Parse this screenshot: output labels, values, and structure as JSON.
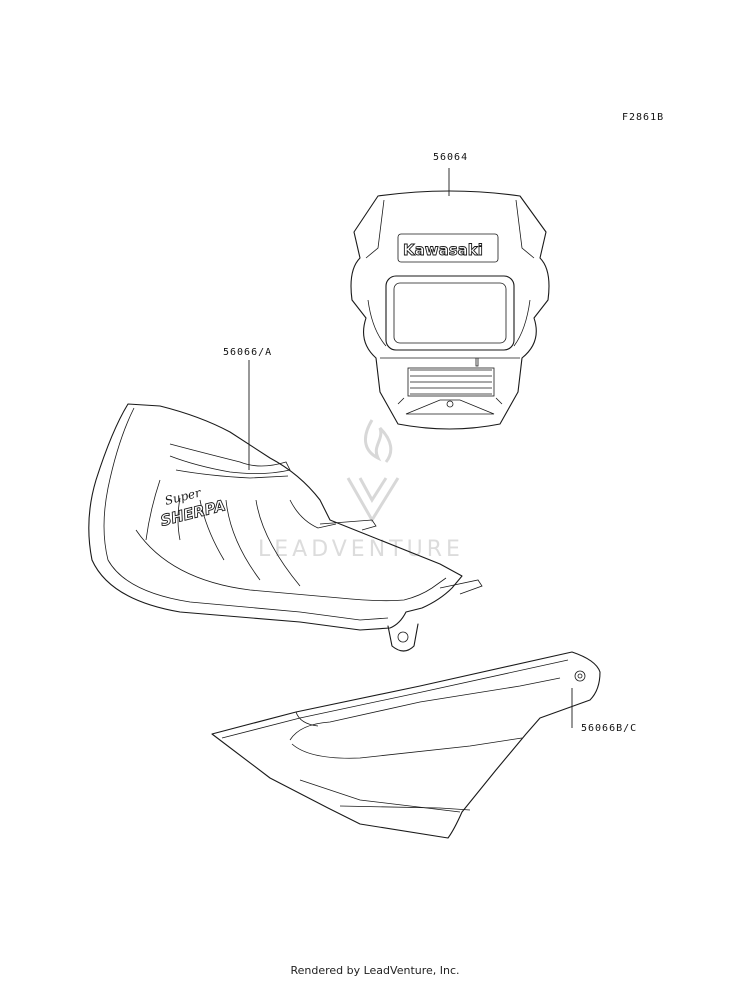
{
  "figure_id": "F2861B",
  "parts": {
    "headlight_decal": {
      "part_number": "56064",
      "logo_text": "Kawasaki"
    },
    "tank_decal": {
      "part_number": "56066/A",
      "script_text": "Super",
      "logo_text": "SHERPA"
    },
    "side_cover_decal": {
      "part_number": "56066B/C"
    }
  },
  "watermark": {
    "text": "LEADVENTURE"
  },
  "footer": {
    "text": "Rendered by LeadVenture, Inc."
  }
}
